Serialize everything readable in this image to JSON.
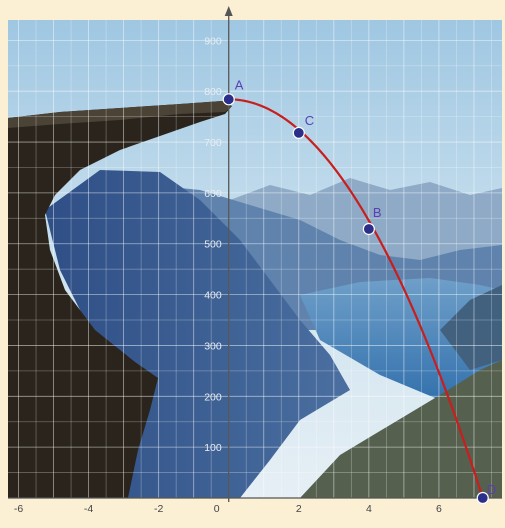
{
  "chart_data": {
    "type": "scatter",
    "title": "",
    "xlabel": "",
    "ylabel": "",
    "xlim": [
      -6.3,
      7.8
    ],
    "ylim": [
      0,
      940
    ],
    "x_ticks": [
      "-6",
      "-4",
      "-2",
      "0",
      "2",
      "4",
      "6"
    ],
    "y_ticks": [
      "100",
      "200",
      "300",
      "400",
      "500",
      "600",
      "700",
      "800",
      "900"
    ],
    "grid": true,
    "curve": {
      "shape": "parabola",
      "vertex": [
        0,
        784
      ],
      "end": [
        7.25,
        0
      ],
      "color": "#c81e1e"
    },
    "points": [
      {
        "label": "A",
        "x": 0,
        "y": 784
      },
      {
        "label": "C",
        "x": 2,
        "y": 718
      },
      {
        "label": "B",
        "x": 4,
        "y": 529
      },
      {
        "label": "D",
        "x": 7.25,
        "y": 0
      }
    ],
    "point_color": "#2c2f8a",
    "label_color": "#5a3fb5"
  }
}
